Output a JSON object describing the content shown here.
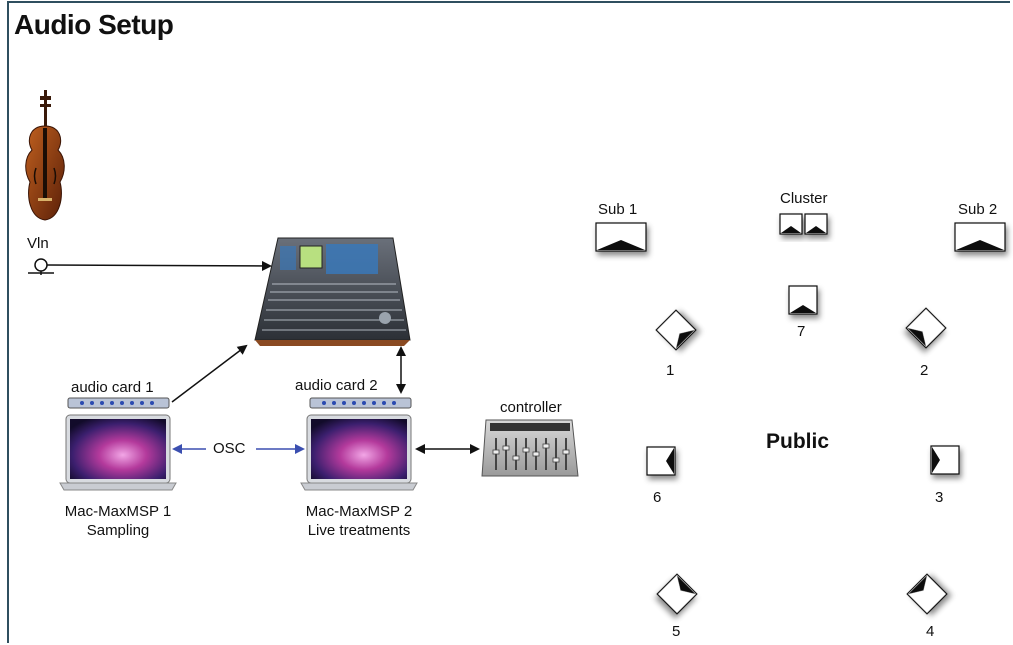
{
  "title": "Audio Setup",
  "sources": {
    "violin_label": "Vln"
  },
  "devices": {
    "audio_card_1": "audio card 1",
    "audio_card_2": "audio card 2",
    "controller": "controller",
    "osc": "OSC",
    "mac1_line1": "Mac-MaxMSP 1",
    "mac1_line2": "Sampling",
    "mac2_line1": "Mac-MaxMSP 2",
    "mac2_line2": "Live treatments"
  },
  "speakers": {
    "sub1": "Sub 1",
    "sub2": "Sub 2",
    "cluster": "Cluster",
    "s1": "1",
    "s2": "2",
    "s3": "3",
    "s4": "4",
    "s5": "5",
    "s6": "6",
    "s7": "7"
  },
  "audience": "Public",
  "colors": {
    "osc_arrow": "#3b4fb0",
    "signal_arrow": "#111111",
    "violin_body": "#8a3a12",
    "console_body": "#4a4f57",
    "console_panel": "#3a78b8",
    "screen_glow": "#c03a9a"
  }
}
